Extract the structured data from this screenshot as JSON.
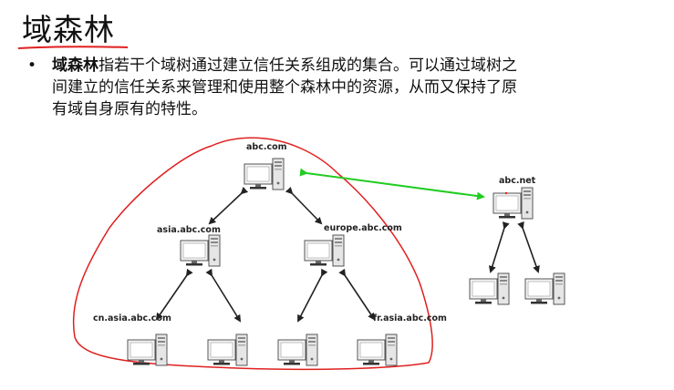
{
  "slide": {
    "title": "域森林",
    "bullet_marker": "•",
    "term": "域森林",
    "text_line1": "指若干个域树通过建立信任关系组成的集合。可以通过域树之",
    "text_line2": "间建立的信任关系来管理和使用整个森林中的资源，从而又保持了原",
    "text_line3": "有域自身原有的特性。"
  },
  "diagram": {
    "nodes": [
      {
        "id": "abc-com",
        "label": "abc.com"
      },
      {
        "id": "asia-abc-com",
        "label": "asia.abc.com"
      },
      {
        "id": "europe-abc-com",
        "label": "europe.abc.com"
      },
      {
        "id": "cn-asia-abc-com",
        "label": "cn.asia.abc.com"
      },
      {
        "id": "asia-child-2",
        "label": ""
      },
      {
        "id": "europe-child-1",
        "label": ""
      },
      {
        "id": "fr-asia-abc-com",
        "label": "fr.asia.abc.com"
      },
      {
        "id": "abc-net",
        "label": "abc.net"
      },
      {
        "id": "net-child-1",
        "label": ""
      },
      {
        "id": "net-child-2",
        "label": ""
      }
    ],
    "colors": {
      "trust_arrow": "#22cc22",
      "forest_outline": "#e02020",
      "tree_arrow": "#222222"
    }
  }
}
